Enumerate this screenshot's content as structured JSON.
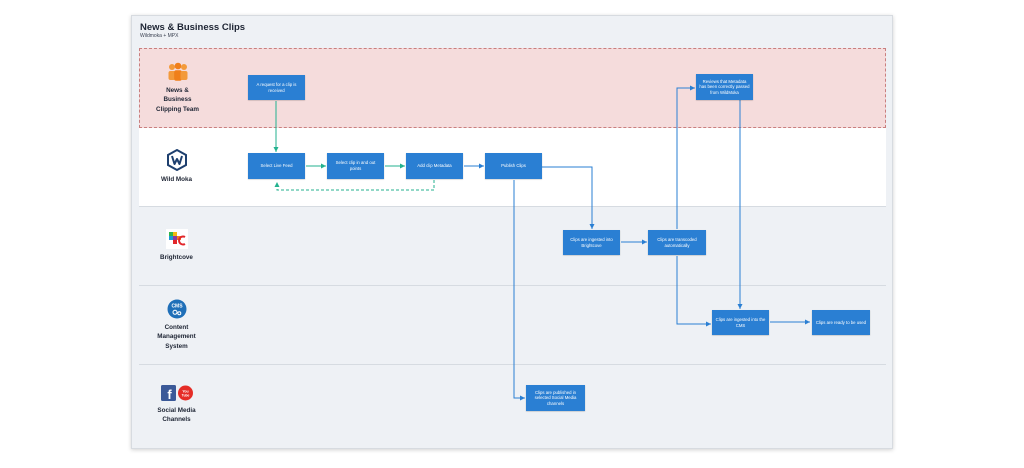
{
  "title": "News & Business Clips",
  "subtitle": "Wildmoka + MPX",
  "colors": {
    "step_fill": "#2a7fd3",
    "flow_arrow": "#2a7fd3",
    "loop_arrow": "#23b28f",
    "news_lane": "#f5dcdc"
  },
  "lanes": [
    {
      "name": "News &\nBusiness\nClipping Team",
      "icon": "team-people-icon"
    },
    {
      "name": "Wild Moka",
      "icon": "wildmoka-logo-icon"
    },
    {
      "name": "Brightcove",
      "icon": "brightcove-logo-icon"
    },
    {
      "name": "Content\nManagement\nSystem",
      "icon": "cms-icon"
    },
    {
      "name": "Social Media\nChannels",
      "icon": "facebook-youtube-icon"
    }
  ],
  "steps": {
    "request": "A request for a clip is received",
    "review": "Reviews that Metadata has been correctly passed from WildMoka",
    "select_feed": "Select Live Feed",
    "select_points": "Select clip in and out points",
    "add_metadata": "Add clip Metadata",
    "publish": "Publish Clips",
    "ingest_brightcove": "Clips are ingested into Brightcove",
    "transcoded": "Clips are transcoded automatically",
    "ingest_cms": "Clips are ingested into the CMS",
    "ready": "Clips are ready to be used",
    "social": "Clips are published in selected Social Media channels"
  }
}
